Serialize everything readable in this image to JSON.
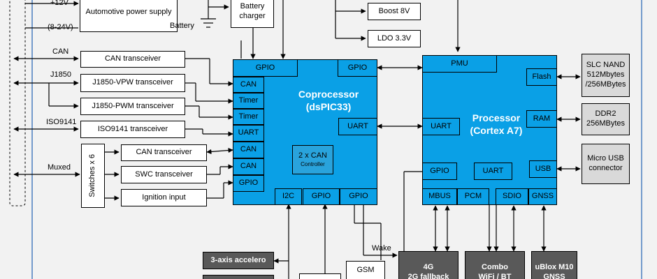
{
  "power": {
    "v12": "+12V",
    "range": "(8-24V)",
    "psu": "Automotive power supply",
    "battery": "Battery",
    "charger": "Battery charger",
    "boost": "Boost 8V",
    "ldo": "LDO 3.3V"
  },
  "buses": {
    "can": "CAN",
    "j1850": "J1850",
    "iso": "ISO9141",
    "muxed": "Muxed"
  },
  "transceivers": {
    "can": "CAN transceiver",
    "vpw": "J1850-VPW transceiver",
    "pwm": "J1850-PWM transceiver",
    "iso": "ISO9141 transceiver",
    "can2": "CAN transceiver",
    "swc": "SWC transceiver",
    "ign": "Ignition input",
    "switches": "Switches x 6"
  },
  "coprocessor": {
    "title_line1": "Coprocessor",
    "title_line2": "(dsPIC33)",
    "gpio_top": "GPIO",
    "gpio_top_right": "GPIO",
    "can1": "CAN",
    "timer1": "Timer",
    "timer2": "Timer",
    "uart_left": "UART",
    "can2": "CAN",
    "can3": "CAN",
    "gpio_left": "GPIO",
    "uart_right": "UART",
    "can_ctrl_line1": "2 x CAN",
    "can_ctrl_line2": "Controller",
    "i2c": "I2C",
    "gpio_b1": "GPIO",
    "gpio_b2": "GPIO"
  },
  "processor": {
    "title_line1": "Processor",
    "title_line2": "(Cortex A7)",
    "pmu": "PMU",
    "flash": "Flash",
    "ram": "RAM",
    "uart_left": "UART",
    "gpio": "GPIO",
    "uart_mid": "UART",
    "usb": "USB",
    "mbus": "MBUS",
    "pcm": "PCM",
    "sdio": "SDIO",
    "gnss": "GNSS"
  },
  "peripherals": {
    "nand_line1": "SLC NAND",
    "nand_line2": "512Mbytes",
    "nand_line3": "/256MBytes",
    "ddr_line1": "DDR2",
    "ddr_line2": "256MBytes",
    "usb_line1": "Micro USB",
    "usb_line2": "connector"
  },
  "bottom": {
    "accel": "3-axis accelero",
    "gsm": "GSM",
    "wake": "Wake",
    "m4g_line1": "4G",
    "m4g_line2": "2G fallback",
    "combo_line1": "Combo",
    "combo_line2": "WiFi / BT",
    "ublox_line1": "uBlox M10",
    "ublox_line2": "GNSS"
  }
}
